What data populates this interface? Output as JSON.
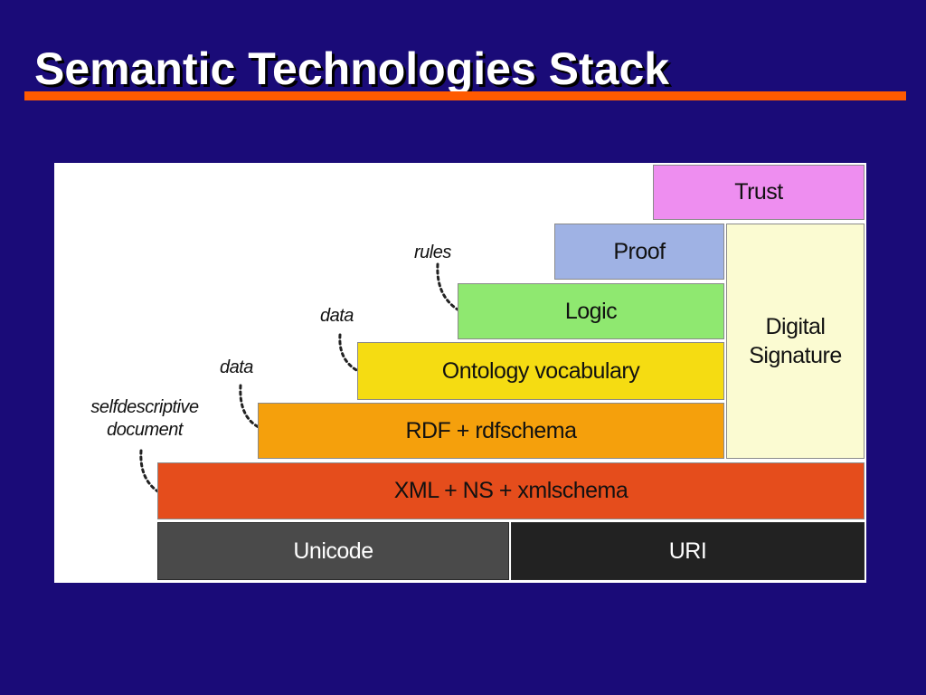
{
  "slide": {
    "title": "Semantic Technologies Stack",
    "accent_color": "#ff5a00",
    "background_color": "#1a0b78"
  },
  "diagram": {
    "layers": {
      "trust": "Trust",
      "proof": "Proof",
      "logic": "Logic",
      "ontology": "Ontology vocabulary",
      "rdf": "RDF + rdfschema",
      "xml": "XML + NS + xmlschema",
      "unicode": "Unicode",
      "uri": "URI",
      "digital_signature_line1": "Digital",
      "digital_signature_line2": "Signature"
    },
    "layer_colors": {
      "trust": "#ee8ef0",
      "proof": "#9fb2e4",
      "logic": "#8fe870",
      "ontology": "#f5dc12",
      "rdf": "#f5a00c",
      "xml": "#e54d1c",
      "unicode": "#4a4a4a",
      "uri": "#222222",
      "digital_signature": "#fbfbd2"
    },
    "annotations": {
      "rules": "rules",
      "data_upper": "data",
      "data_lower": "data",
      "selfdescriptive_line1": "selfdescriptive",
      "selfdescriptive_line2": "document"
    }
  }
}
